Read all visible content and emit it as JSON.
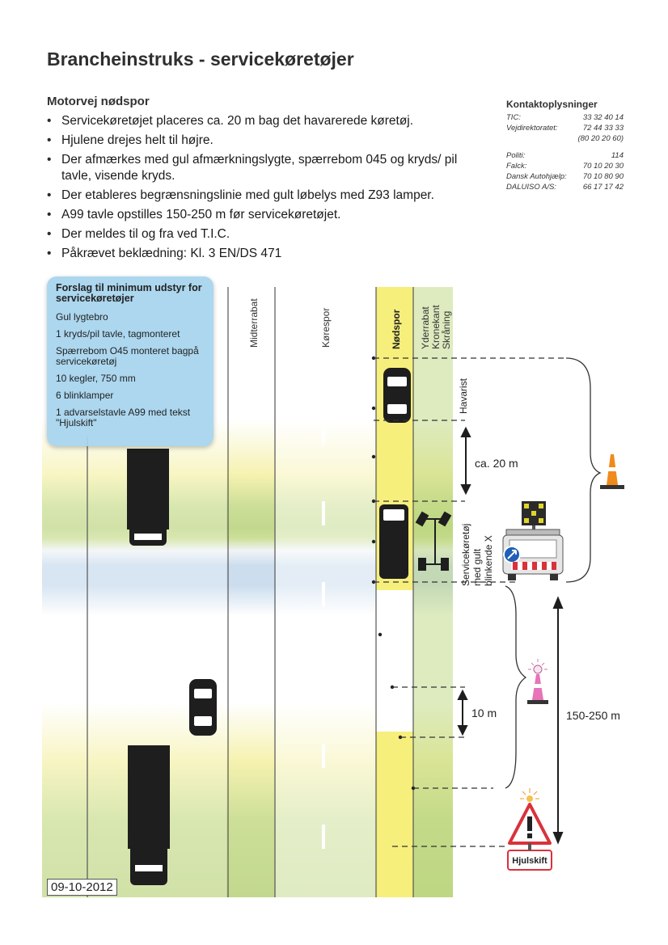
{
  "title": "Brancheinstruks - servicekøretøjer",
  "section_heading": "Motorvej nødspor",
  "bullets": [
    "Servicekøretøjet placeres ca. 20 m bag det havarerede køretøj.",
    "Hjulene drejes helt til højre.",
    "Der afmærkes med gul afmærkningslygte, spærrebom 045 og kryds/ pil tavle, visende kryds.",
    "Der etableres begrænsningslinie med gult løbelys med Z93 lamper.",
    "A99 tavle opstilles 150-250 m før servicekøretøjet.",
    "Der meldes til og fra ved T.I.C.",
    "Påkrævet beklædning: Kl. 3 EN/DS 471"
  ],
  "contacts": {
    "title": "Kontaktoplysninger",
    "entries": [
      {
        "name": "TIC:",
        "number": "33 32 40 14"
      },
      {
        "name": "Vejdirektoratet:",
        "number": "72 44 33 33"
      },
      {
        "name": "",
        "number": "(80 20 20 60)"
      },
      {
        "name": "Politi:",
        "number": "114"
      },
      {
        "name": "Falck:",
        "number": "70 10 20 30"
      },
      {
        "name": "Dansk Autohjælp:",
        "number": "70 10 80 90"
      },
      {
        "name": "DALUISO A/S:",
        "number": "66 17 17 42"
      }
    ]
  },
  "equipment_box": {
    "title": "Forslag til minimum udstyr for servicekøretøjer",
    "items": [
      "Gul lygtebro",
      "1 kryds/pil tavle, tagmonteret",
      "Spærrebom O45 monteret bagpå servicekøretøj",
      "10 kegler, 750 mm",
      "6 blinklamper",
      "1 advarselstavle A99 med tekst \"Hjulskift\""
    ]
  },
  "lane_labels": {
    "median": "Midterrabat",
    "carriageway": "Kørespor",
    "emergency_lane": "Nødspor",
    "verge": [
      "Yderrabat",
      "Kronekant",
      "Skråning"
    ]
  },
  "annotations": {
    "broken_down": "Havarist",
    "distance_short": "ca. 20 m",
    "service_vehicle": [
      "Servicekøretøj",
      "med gult",
      "blinkende X"
    ],
    "distance_cone": "10 m",
    "distance_sign": "150-250 m",
    "sign_text": "Hjulskift"
  },
  "date": "09-10-2012",
  "colors": {
    "yellow_lane": "#f6ef7c",
    "green_band": "#b8d27a",
    "blue_band": "#c4d8ec",
    "road_gray": "#ececec",
    "vehicle": "#1e1e1e",
    "sign_red": "#d9323a",
    "cone_orange": "#f08a1c"
  }
}
